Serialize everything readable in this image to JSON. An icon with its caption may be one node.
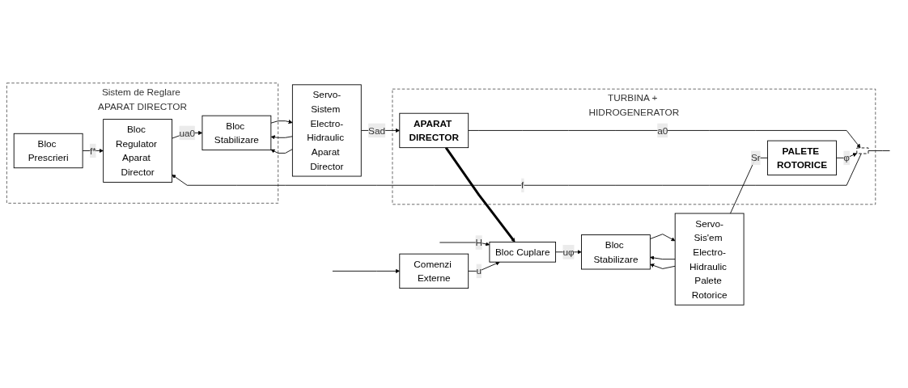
{
  "diagram": {
    "nodes": [
      {
        "text": [
          "Sistem de Reglare APARAT DIRECTOR"
        ]
      },
      {
        "text": [
          "Bloc Prescrieri"
        ],
        "in": 0
      },
      {
        "text": [
          "Bloc Regulator Aparat Director"
        ],
        "in": 0
      },
      {
        "text": [
          "Bloc Stabilizare"
        ],
        "in": 0
      },
      {
        "text": [
          "Servo-Sistem Electro-Hidraulic Aparat Director"
        ]
      },
      {
        "text": [
          "TURBINA + HIDROGENERATOR"
        ]
      },
      {
        "text": [
          "APARAT DIRECTOR"
        ],
        "in": 5
      },
      {
        "text": [
          "PALETE ROTORICE"
        ],
        "in": 5
      },
      {
        "text": [],
        "shape": "box",
        "in": 5
      },
      {
        "text": [
          "Bloc Cuplare"
        ]
      },
      {
        "text": [
          "Bloc Stabilizare"
        ]
      },
      {
        "text": [
          "Servo-Sis'em Electro-Hidraulic Palete Rotorice"
        ]
      },
      {
        "text": [
          "Comenzi Externe"
        ]
      }
    ],
    "edges": [
      {
        "from": 1,
        "to": 2,
        "label": "f*",
        "arrow": "to"
      },
      {
        "from": 2,
        "to": 3,
        "label": "ua0",
        "arrow": "to"
      },
      {
        "from": 3,
        "to": 4,
        "arrow": "to"
      },
      {
        "from": 4,
        "to": 3,
        "arrow": "to"
      },
      {
        "from": 4,
        "to": 6,
        "label": "Sad",
        "arrow": "to"
      },
      {
        "from": 4,
        "to": 3,
        "arrow": "to"
      },
      {
        "from": 6,
        "to": 8,
        "label": "a0",
        "arrow": "to"
      },
      {
        "from": 8,
        "to": 2,
        "label": "f",
        "arrow": "to"
      },
      {
        "from": 8,
        "to": null,
        "arrow": "none"
      },
      {
        "from": 6,
        "to": 9,
        "arrow": "to",
        "style": "thick"
      },
      {
        "from": null,
        "to": 9,
        "label": "H",
        "arrow": "to"
      },
      {
        "from": 12,
        "to": 9,
        "label": "u",
        "arrow": "to"
      },
      {
        "from": 9,
        "to": 10,
        "label": "uφ",
        "arrow": "to"
      },
      {
        "from": 10,
        "to": 11,
        "arrow": "to"
      },
      {
        "from": 11,
        "to": 10,
        "arrow": "to"
      },
      {
        "from": 11,
        "to": 7,
        "label": "Sr",
        "arrow": "none"
      },
      {
        "from": 11,
        "to": 10,
        "arrow": "to"
      },
      {
        "from": 7,
        "to": 8,
        "label": "φ",
        "arrow": "to"
      },
      {
        "from": null,
        "to": 12,
        "arrow": "to"
      }
    ]
  }
}
